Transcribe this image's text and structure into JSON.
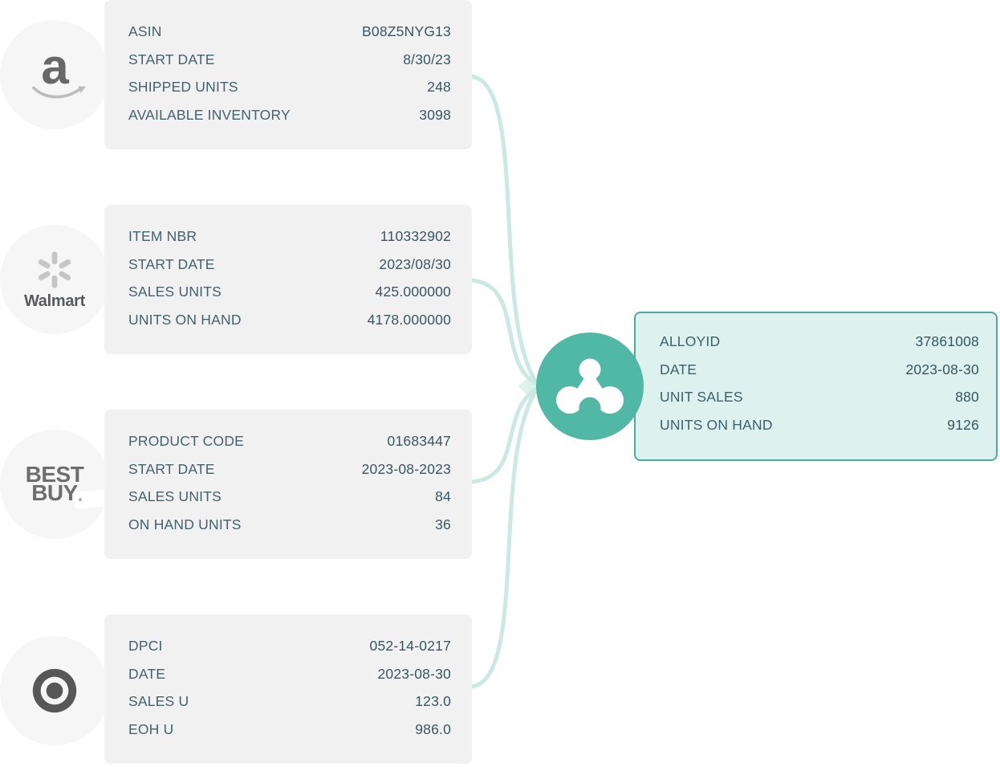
{
  "colors": {
    "accent_teal": "#52b8a6",
    "alloy_card_border": "#48ac9d",
    "alloy_card_bg": "#ddf1ee",
    "connector_line": "#c9e9e2",
    "source_card_bg": "#f1f1f2",
    "logo_circle_bg": "#f6f6f7",
    "field_text": "#3e5b64"
  },
  "sources": [
    {
      "name": "Amazon",
      "letter": "a",
      "fields": [
        {
          "label": "ASIN",
          "value": "B08Z5NYG13"
        },
        {
          "label": "START DATE",
          "value": "8/30/23"
        },
        {
          "label": "SHIPPED UNITS",
          "value": "248"
        },
        {
          "label": "AVAILABLE INVENTORY",
          "value": "3098"
        }
      ]
    },
    {
      "name": "Walmart",
      "wordmark": "Walmart",
      "fields": [
        {
          "label": "ITEM NBR",
          "value": "110332902"
        },
        {
          "label": "START DATE",
          "value": "2023/08/30"
        },
        {
          "label": "SALES UNITS",
          "value": "425.000000"
        },
        {
          "label": "UNITS ON HAND",
          "value": "4178.000000"
        }
      ]
    },
    {
      "name": "Best Buy",
      "wordmark_line1": "BEST",
      "wordmark_line2": "BUY",
      "fields": [
        {
          "label": "PRODUCT CODE",
          "value": "01683447"
        },
        {
          "label": "START DATE",
          "value": "2023-08-2023"
        },
        {
          "label": "SALES UNITS",
          "value": "84"
        },
        {
          "label": "ON HAND UNITS",
          "value": "36"
        }
      ]
    },
    {
      "name": "Target",
      "fields": [
        {
          "label": "DPCI",
          "value": "052-14-0217"
        },
        {
          "label": "DATE",
          "value": "2023-08-30"
        },
        {
          "label": "SALES U",
          "value": "123.0"
        },
        {
          "label": "EOH U",
          "value": "986.0"
        }
      ]
    }
  ],
  "alloy": {
    "name": "Alloy",
    "fields": [
      {
        "label": "ALLOYID",
        "value": "37861008"
      },
      {
        "label": "DATE",
        "value": "2023-08-30"
      },
      {
        "label": "UNIT SALES",
        "value": "880"
      },
      {
        "label": "UNITS ON HAND",
        "value": "9126"
      }
    ]
  }
}
